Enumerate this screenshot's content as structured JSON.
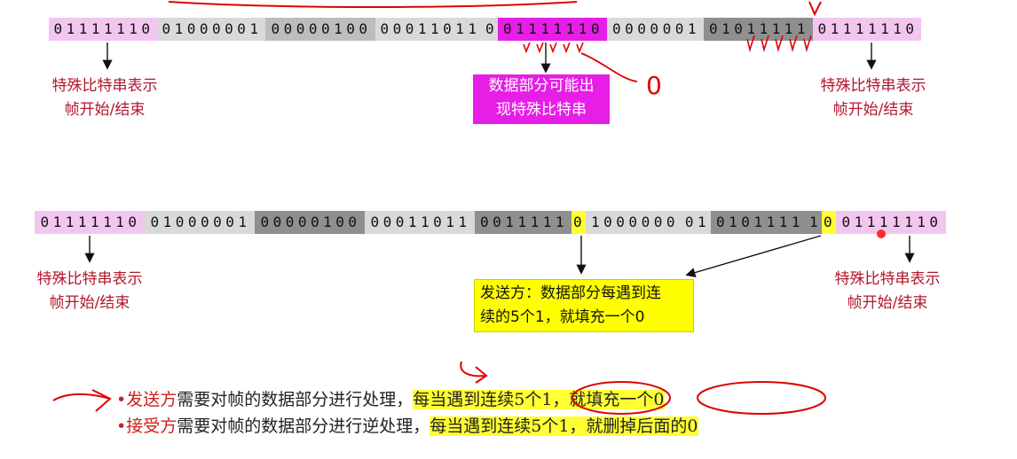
{
  "row1": [
    {
      "bits": "01111110",
      "style": "pink"
    },
    {
      "bits": "01000001",
      "style": "lgray"
    },
    {
      "bits": "00000100",
      "style": "mgray"
    },
    {
      "bits": "00011011",
      "style": "lgray"
    },
    {
      "bits": "0",
      "style": "lgray"
    },
    {
      "bits": "01111110",
      "style": "magenta"
    },
    {
      "bits": "0000001",
      "style": "lgray"
    },
    {
      "bits": "01011111",
      "style": "dgray"
    },
    {
      "bits": "01111110",
      "style": "pink"
    }
  ],
  "row2": [
    {
      "bits": "01111110",
      "style": "pink"
    },
    {
      "bits": "01000001",
      "style": "lgray"
    },
    {
      "bits": "00000100",
      "style": "dgray"
    },
    {
      "bits": "00011011",
      "style": "lgray"
    },
    {
      "bits": "0011111",
      "style": "dgray"
    },
    {
      "bits": "0",
      "style": "yellow"
    },
    {
      "bits": "1000000",
      "style": "lgray"
    },
    {
      "bits": "01",
      "style": "lgray"
    },
    {
      "bits": "0101111",
      "style": "dgray"
    },
    {
      "bits": "1",
      "style": "dgray"
    },
    {
      "bits": "0",
      "style": "yellow"
    },
    {
      "bits": "01111110",
      "style": "pink"
    }
  ],
  "labels": {
    "flag_line1": "特殊比特串表示",
    "flag_line2": "帧开始/结束"
  },
  "magenta_box": {
    "line1": "数据部分可能出",
    "line2": "现特殊比特串"
  },
  "yellow_box": {
    "line1": "发送方：数据部分每遇到连",
    "line2": "续的5个1，就填充一个0"
  },
  "bullets": [
    {
      "dot": "•",
      "actor": "发送方",
      "text": "需要对帧的数据部分进行处理，",
      "highlight": "每当遇到连续5个1，就填充一个0"
    },
    {
      "dot": "•",
      "actor": "接受方",
      "text": "需要对帧的数据部分进行逆处理，",
      "highlight": "每当遇到连续5个1，就删掉后面的0"
    }
  ],
  "annotations": {
    "handwritten_zero": "0",
    "check_marks": "√√√√√"
  },
  "colors": {
    "pink": "#f3c6ef",
    "magenta": "#e61ee6",
    "yellow": "#ffff33",
    "label_red": "#b2162d",
    "ink_red": "#e00000"
  }
}
